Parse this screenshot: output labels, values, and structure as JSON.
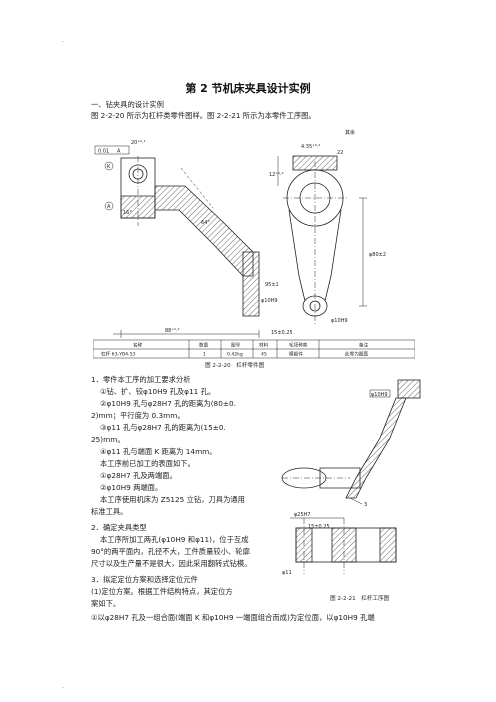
{
  "header_mark": "-",
  "footer_mark": "-",
  "title": "第 2 节机床夹具设计实例",
  "section_heading": "一、钻夹具的设计实例",
  "intro": "图 2-2-20 所示为杠杆类零件图样。图 2-2-21 所示为本零件工序图。",
  "figure1": {
    "caption": "图 2-2-20　杠杆零件图",
    "labels": {
      "flatness": "0.01",
      "datum_a": "A",
      "dim_20": "20⁺⁰·¹",
      "circle_k": "K",
      "circle_a": "A",
      "angle_64": "64°",
      "angle_16": "16°",
      "dim_88": "88⁺²·²",
      "dim_phi_bore": "φ10H9",
      "dim_95": "95±1",
      "dim_phi_small": "φ10H9",
      "surface_note": "其余",
      "dim_435": "4.35⁺⁰·²",
      "dim_12": "12⁺⁰·²",
      "dim_22": "22",
      "dim_phi80": "φ80±2",
      "dim_15": "15±0.25"
    },
    "table_headers": [
      "名称",
      "数量",
      "图号",
      "材料",
      "毛坯种类",
      "备注"
    ],
    "table_row": [
      "杠杆 63-YB4-53",
      "1",
      "0.42kg",
      "45",
      "模锻件",
      "此零为图面"
    ]
  },
  "requirements": {
    "heading": "1．零件本工序的加工要求分析",
    "item1": "①钻、扩、铰φ10H9 孔及φ11 孔。",
    "item2a": "②φ10H9 孔与φ28H7 孔的距离为(80±0.",
    "item2b": "2)mm；平行度为 0.3mm。",
    "item3a": "③φ11 孔与φ28H7 孔的距离为(15±0.",
    "item3b": "25)mm。",
    "item4": "④φ11 孔与端面 K 距离为 14mm。",
    "before_heading": "本工序前已加工的表面如下。",
    "before1": "①φ28H7 孔及两端面。",
    "before2": "②φ10H9 两端面。",
    "machine_a": "本工序使用机床为 Z5125 立钻，刀具为通用",
    "machine_b": "标准工具。"
  },
  "type_section": {
    "heading": "2．确定夹具类型",
    "line1": "本工序所加工两孔(φ10H9 和φ11)，位于互成",
    "line2": "90°的两平面内，孔径不大，工件质量较小、轮廓",
    "line3": "尺寸以及生产量不是很大，因此采用翻转式钻模。"
  },
  "locating_section": {
    "heading": "3．拟定定位方案和选择定位元件",
    "line1": "(1)定位方案。根据工件结构特点，其定位方",
    "line2": "案如下。",
    "line3": "①以φ28H7 孔及一组合面(端面 K 和φ10H9 一端面组合而成)为定位面，以φ10H9 孔端"
  },
  "figure2": {
    "caption": "图 2-2-21　杠杆工序图",
    "labels": {
      "phi10": "φ10H9",
      "phi28": "φ25H7",
      "phi11": "φ11",
      "dim_15": "15±0.25",
      "dim_3": "3"
    }
  },
  "colors": {
    "ink": "#222222",
    "hatch": "#444444",
    "mark": "#999999"
  }
}
